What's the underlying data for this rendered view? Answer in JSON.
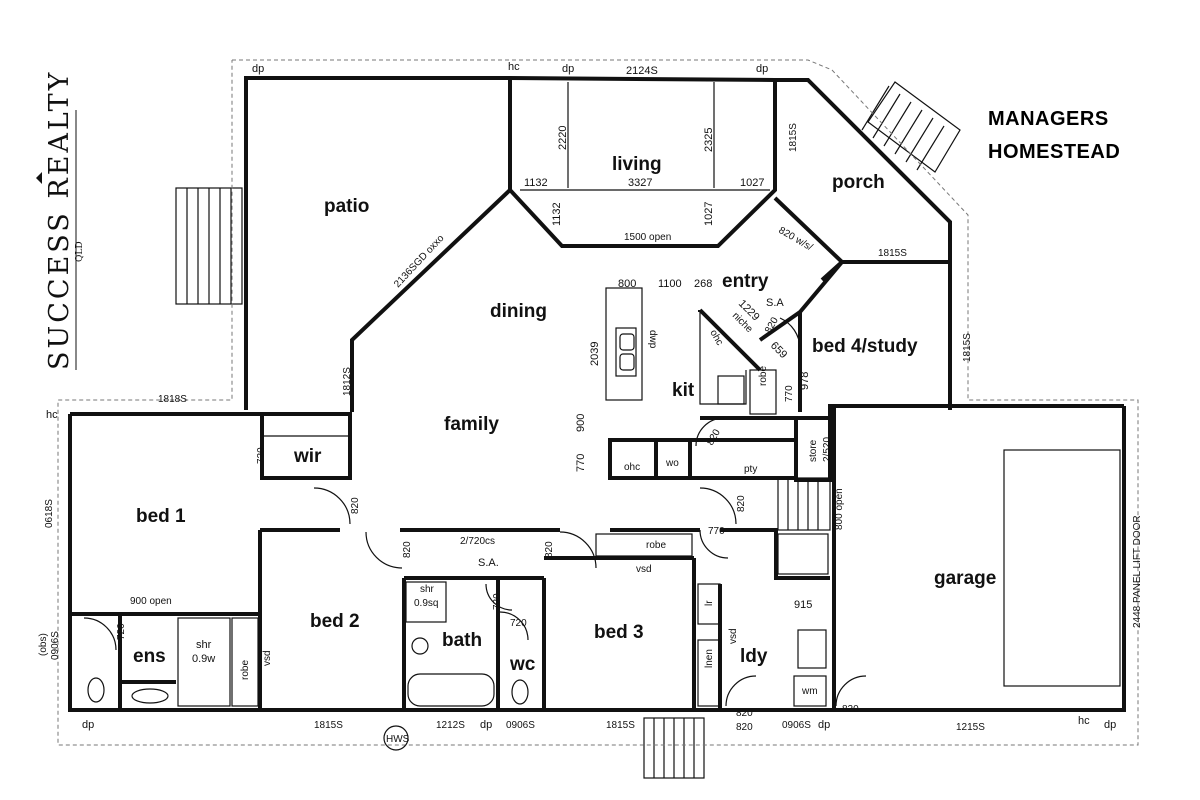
{
  "title": {
    "line1": "MANAGERS",
    "line2": "HOMESTEAD"
  },
  "logo": {
    "text": "SUCCESS REALTY",
    "sub": "QLD",
    "icon": "house-icon"
  },
  "rooms": {
    "patio": "patio",
    "living": "living",
    "porch": "porch",
    "dining": "dining",
    "entry": "entry",
    "bed4": "bed 4/study",
    "kit": "kit",
    "family": "family",
    "wir": "wir",
    "bed1": "bed 1",
    "bed2": "bed 2",
    "bath": "bath",
    "wc": "wc",
    "bed3": "bed 3",
    "ldy": "ldy",
    "ens": "ens",
    "garage": "garage"
  },
  "labels": {
    "dp1": "dp",
    "hc1": "hc",
    "dp2": "dp",
    "d2124": "2124S",
    "dp3": "dp",
    "d2220": "2220",
    "d2325": "2325",
    "d1815a": "1815S",
    "d1132a": "1132",
    "d3327": "3327",
    "d1027a": "1027",
    "d1132b": "1132",
    "d1027b": "1027",
    "open1500": "1500 open",
    "wis": "820 w/s/",
    "d1815b": "1815S",
    "sgd": "2136SGD oxxo",
    "d800": "800",
    "d1100": "1100",
    "d268": "268",
    "d1229": "1229",
    "sa1": "S.A",
    "niche": "niche",
    "d820a": "820",
    "d659": "659",
    "dwp": "dwp",
    "ohc1": "ohc",
    "d2039": "2039",
    "d1815c": "1815S",
    "d1812": "1812S",
    "d1818": "1818S",
    "hc2": "hc",
    "d770a": "770",
    "d978": "978",
    "robe1": "robe",
    "d900": "900",
    "d820b": "820",
    "d770b": "770",
    "ohc2": "ohc",
    "wo": "wo",
    "pty": "pty",
    "store": "store",
    "store2": "2/520",
    "d720a": "720",
    "d0618": "0618S",
    "d820c": "820",
    "d820d": "820",
    "cs": "2/720cs",
    "sa2": "S.A.",
    "d820e": "820",
    "robe2": "robe",
    "vsd1": "vsd",
    "d820f": "820",
    "d770c": "770",
    "open800": "800 open",
    "lift": "2448 PANEL LIFT DOOR",
    "shr1": "shr",
    "shr1b": "0.9sq",
    "d720b": "720",
    "d720c": "720",
    "d915": "915",
    "lr": "lr",
    "vsd2": "vsd",
    "obs": "(obs)",
    "d0906a": "0906S",
    "open900": "900 open",
    "d720d": "720",
    "shr2": "shr",
    "shr2b": "0.9w",
    "robe3": "robe",
    "vsd3": "vsd",
    "lin": "lnen",
    "wm": "wm",
    "d820g": "820",
    "d820h": "820",
    "dp4": "dp",
    "d1815d": "1815S",
    "hws": "HWS",
    "d1212": "1212S",
    "dp5": "dp",
    "d0906b": "0906S",
    "d1815e": "1815S",
    "d820i": "820",
    "d0906c": "0906S",
    "dp6": "dp",
    "d1215": "1215S",
    "hc3": "hc",
    "dp7": "dp"
  }
}
